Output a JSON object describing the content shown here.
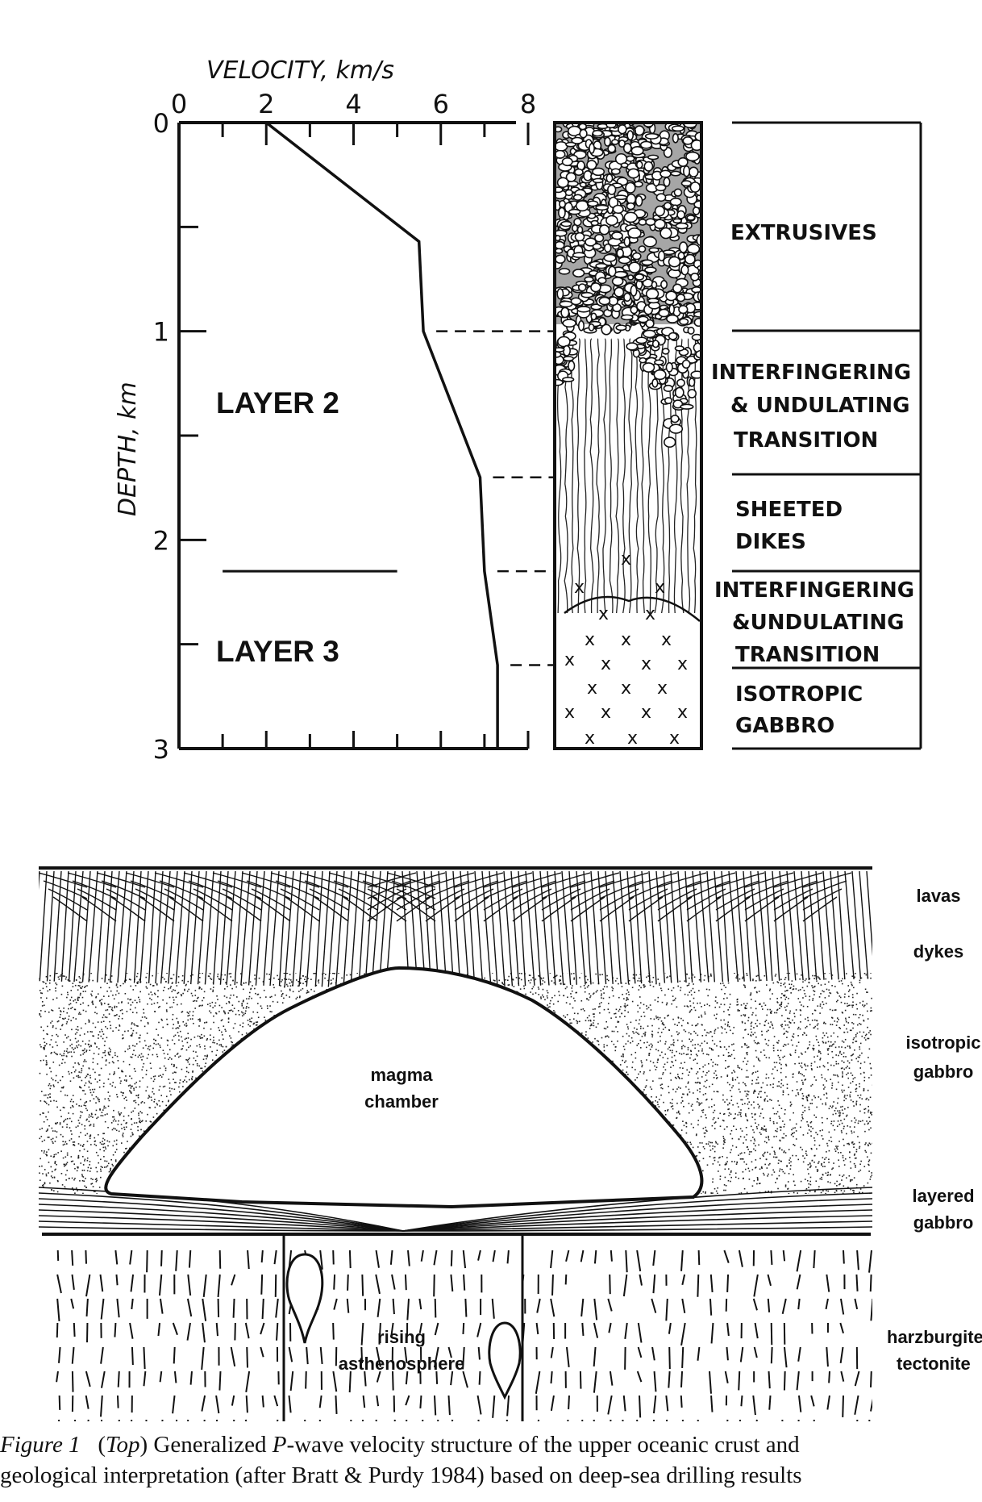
{
  "chart_data": {
    "type": "line",
    "xlabel": "VELOCITY, km/s",
    "ylabel": "DEPTH, km",
    "xlim": [
      0,
      8
    ],
    "ylim": [
      0,
      3
    ],
    "y_inverted": true,
    "x_ticks": [
      "0",
      "2",
      "4",
      "6",
      "8"
    ],
    "y_ticks": [
      "0",
      "1",
      "2",
      "3"
    ],
    "series": [
      {
        "points": [
          {
            "x": 2.0,
            "y": 0.0
          },
          {
            "x": 5.5,
            "y": 0.57
          },
          {
            "x": 5.6,
            "y": 1.0
          },
          {
            "x": 6.9,
            "y": 1.7
          },
          {
            "x": 7.0,
            "y": 2.15
          },
          {
            "x": 7.3,
            "y": 2.6
          },
          {
            "x": 7.3,
            "y": 3.0
          }
        ]
      }
    ],
    "layer_boundary_depth": 2.15,
    "layer_labels": [
      "LAYER 2",
      "LAYER 3"
    ],
    "dashed_boundaries_depths": [
      1.0,
      1.7,
      2.15,
      2.6
    ]
  },
  "interpretation_units": [
    "EXTRUSIVES",
    "INTERFINGERING & UNDULATING TRANSITION",
    "SHEETED DIKES",
    "INTERFINGERING & UNDULATING TRANSITION",
    "ISOTROPIC GABBRO"
  ],
  "interpretation_lines": [
    [
      "EXTRUSIVES"
    ],
    [
      "INTERFINGERING",
      "& UNDULATING",
      "TRANSITION"
    ],
    [
      "SHEETED",
      "DIKES"
    ],
    [
      "INTERFINGERING",
      "&UNDULATING",
      "TRANSITION"
    ],
    [
      "ISOTROPIC",
      "GABBRO"
    ]
  ],
  "section": {
    "right_labels": [
      "lavas",
      "dykes",
      "isotropic",
      "gabbro",
      "layered",
      "gabbro",
      "harzburgite",
      "tectonite"
    ],
    "chamber_label": [
      "magma",
      "chamber"
    ],
    "rising_label": [
      "rising",
      "asthenosphere"
    ]
  },
  "caption": {
    "fig": "Figure 1",
    "open_paren": "(",
    "top": "Top",
    "close_paren": ")",
    "text1": " Generalized ",
    "p": "P",
    "text2": "-wave velocity structure of the upper oceanic crust and",
    "line2": "geological interpretation (after Bratt & Purdy 1984) based on deep-sea drilling results"
  }
}
